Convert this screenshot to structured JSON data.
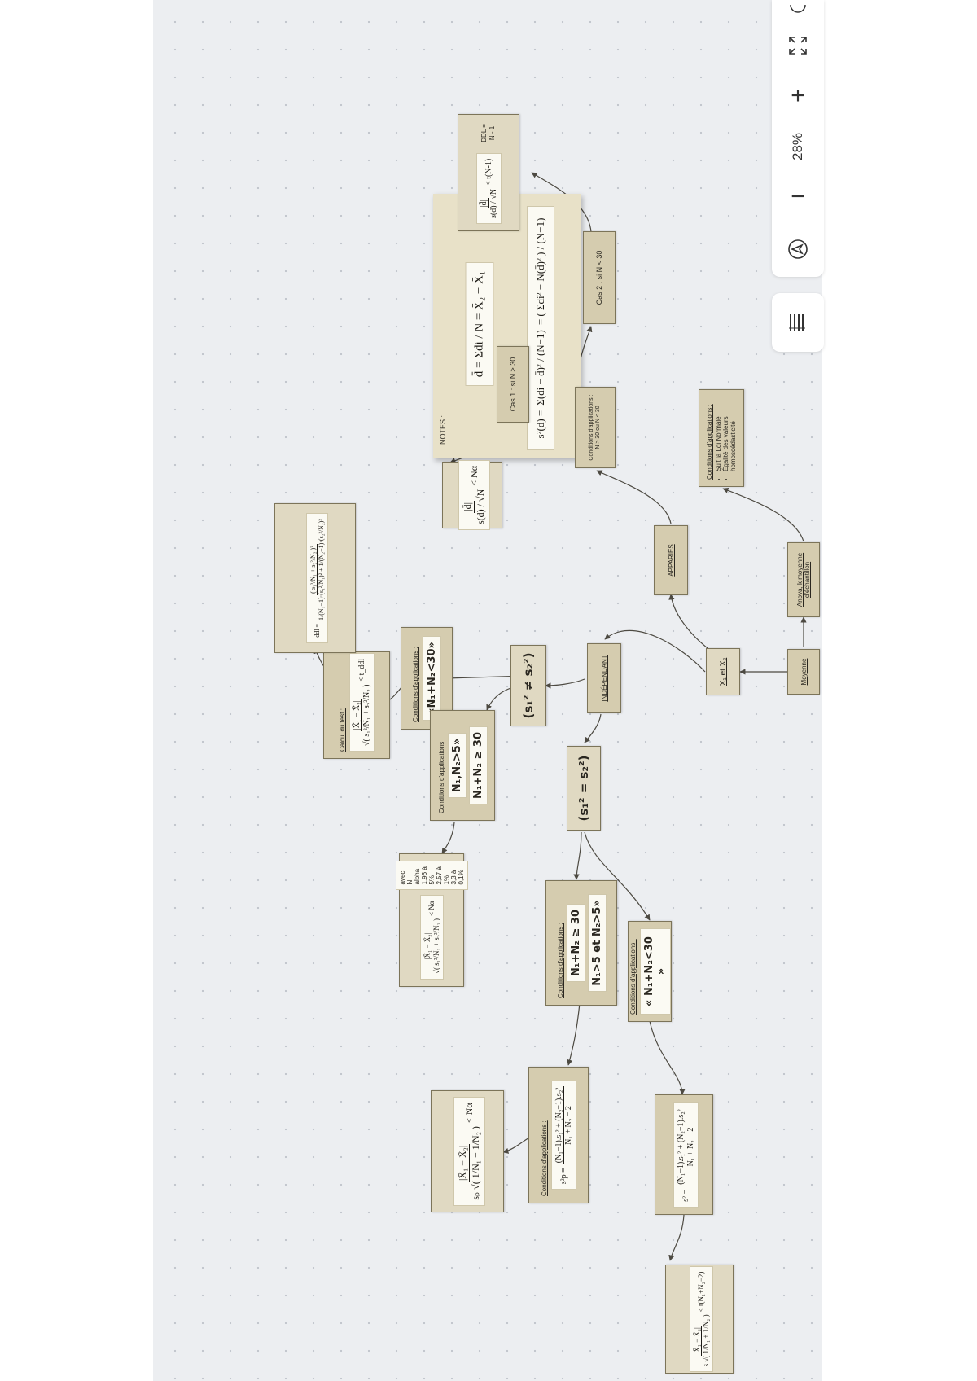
{
  "nodes": {
    "moyenne": "Moyenne",
    "x1x2": "X₁ et X₂",
    "anova": "Anova, k moyenne d'échantillon",
    "anova_conditions": {
      "label": "Conditions d'applications :",
      "items": [
        "Suit la Loi Normale",
        "Égalité des valeurs homoscédasticité"
      ]
    },
    "apparies": "APPARIÉS",
    "independant": "INDÉPENDANT",
    "app_conditions": {
      "label": "Conditions d'applications :",
      "text": "N > 30 ou N < 30"
    },
    "cas1": "Cas 1 : si N ≥ 30",
    "cas2": "Cas 2 : si N < 30",
    "cas1_formula": {
      "num": "|d̄|",
      "den": "s(d) / √N",
      "cmp": "< Nα"
    },
    "cas2_formula": {
      "num": "|d̄|",
      "den": "s(d) / √N",
      "cmp": "< t(N-1)",
      "ddl": "DDL = N - 1"
    },
    "s_unequal": "(s₁² ≠ s₂²)",
    "s_equal": "(s₁² = s₂²)",
    "cond_a": {
      "label": "Conditions d'applications :",
      "text": "«N₁+N₂<30»"
    },
    "cond_b": {
      "label": "Conditions d'applications :",
      "line1": "N₁,N₂>5»",
      "line2": "N₁+N₂ ≥ 30"
    },
    "calcul": {
      "label": "Calcul du test :",
      "num": "|X̄₁ − X̄₂|",
      "den": "√( s₁²/N₁ + s₂²/N₂ )",
      "cmp": "< t_ddl"
    },
    "ddl_formula": {
      "lhs": "ddl =",
      "num": "( s₁²/N₁ + s₂²/N₂ )²",
      "den": "1/(N₁−1)·(s₁²/N₁)² + 1/(N₂−1)·(s₂²/N₂)²"
    },
    "alpha_table": {
      "num": "|X̄₁ − X̄₂|",
      "den": "√( s₁²/N₁ + s₂²/N₂ )",
      "cmp": "< Nα",
      "header": "avec N alpha",
      "rows": [
        [
          "1,96",
          "à 5%"
        ],
        [
          "2,57",
          "à 1%"
        ],
        [
          "3,3",
          "à 0,1%"
        ]
      ]
    },
    "cond_c": {
      "label": "Conditions d'applications :",
      "line1": "N₁+N₂ ≥ 30",
      "line2": "N₁>5 et N₂>5»"
    },
    "cond_d": {
      "label": "Conditions d'applications :",
      "text": "« N₁+N₂<30 »"
    },
    "sp_box": {
      "label": "Conditions d'applications :",
      "lhs": "s²p =",
      "num": "(N₁−1).s₁² + (N₂−1).s₂²",
      "den": "N₁ + N₂ − 2"
    },
    "s2_box": {
      "lhs": "s² =",
      "num": "(N₁−1).s₁² + (N₂−1).s₂²",
      "den": "N₁ + N₂ − 2"
    },
    "final_alpha": {
      "num": "|X̄₁ − X̄₂|",
      "den": "sₚ √( 1/N₁ + 1/N₂ )",
      "cmp": "< Nα"
    },
    "final_t": {
      "num": "|X̄₁ − X̄₂|",
      "den": "s √( 1/N₁ + 1/N₂ )",
      "cmp": "< t(N₁+N₂−2)"
    }
  },
  "notes": {
    "title": "NOTES :",
    "formula1": "d̄ = Σdi / N = X̄₂ − X̄₁",
    "formula2_lhs": "s²(d) =",
    "formula2_a": "Σ(di − d̄)² / (N−1)",
    "formula2_b": "= ( Σdi² − N(d̄)² ) / (N−1)"
  },
  "toolbar": {
    "zoom": "28%",
    "minus": "−",
    "plus": "+",
    "list_icon": "list-icon",
    "fit_icon": "fit-screen-icon",
    "nav_icon": "navigate-icon"
  }
}
